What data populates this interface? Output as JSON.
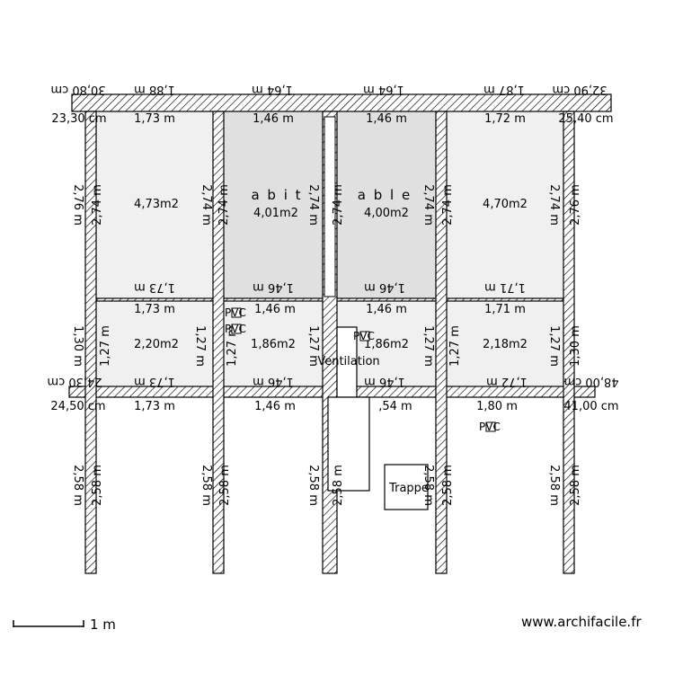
{
  "colors": {
    "wall_hatch": "#000000",
    "room_light": "#f0f0f0",
    "room_dark": "#e0e0e0"
  },
  "rooms": {
    "r1": "4,73m2",
    "r2": "4,01m2",
    "r3": "4,00m2",
    "r4": "4,70m2",
    "r5": "2,20m2",
    "r6": "1,86m2",
    "r7": "1,86m2",
    "r8": "2,18m2"
  },
  "room_words": {
    "left": "a b i t",
    "right": "a b l e"
  },
  "dims": {
    "top_outer": [
      "30,80 cm",
      "1,88 m",
      "1,64 m",
      "1,64 m",
      "1,87 m",
      "32,90 cm"
    ],
    "top_inner": [
      "23,30 cm",
      "1,73 m",
      "1,46 m",
      "1,46 m",
      "1,72 m",
      "25,40 cm"
    ],
    "upper_bottom": [
      "1,73 m",
      "1,46 m",
      "1,46 m",
      "1,71 m"
    ],
    "lower_top": [
      "1,73 m",
      "1,46 m",
      "1,46 m",
      "1,71 m"
    ],
    "lower_bottom": [
      "1,73 m",
      "1,46 m",
      "1,46 m",
      "1,72 m"
    ],
    "corridor_left_top": "24,30 cm",
    "corridor_right_top": "48,00 cm",
    "below": [
      "24,50 cm",
      "1,73 m",
      "1,46 m",
      ",54 m",
      "1,80 m",
      "41,00 cm"
    ],
    "v_upper_outer": "2,76 m",
    "v_upper_inner": "2,74 m",
    "v_lower_outer": "1,30 m",
    "v_lower_inner": "1,27 m",
    "v_legs": "2,58 m"
  },
  "labels": {
    "pvc": "PVC",
    "ventilation": "Ventilation",
    "trappe": "Trappe"
  },
  "scale": {
    "label": "1 m"
  },
  "footer": {
    "url": "www.archifacile.fr"
  }
}
